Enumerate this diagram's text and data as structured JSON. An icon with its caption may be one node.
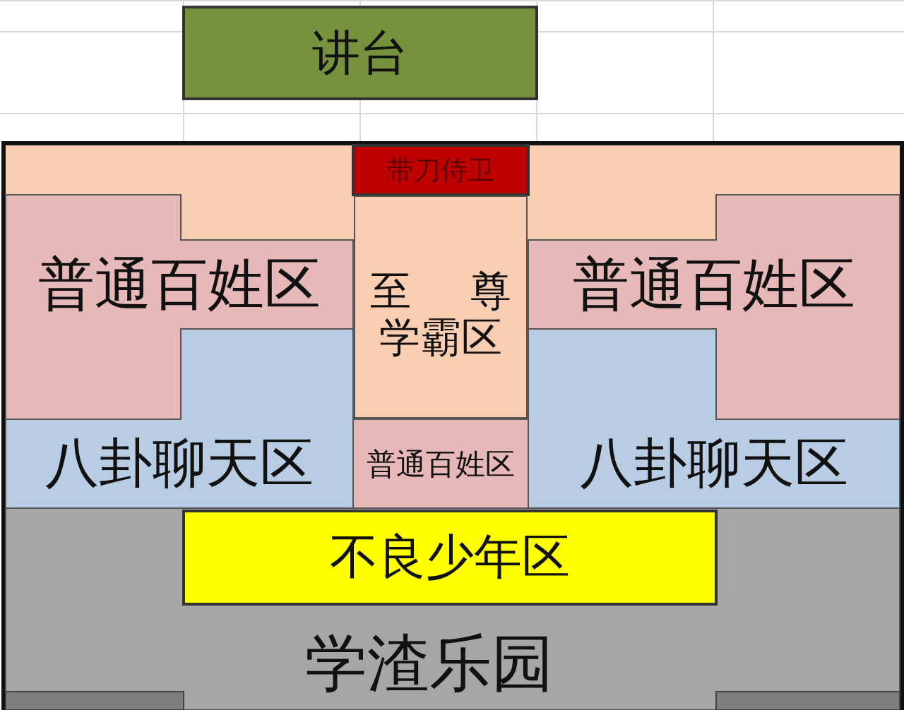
{
  "diagram": {
    "nodes": [
      {
        "text": [
          "讲台"
        ]
      },
      {
        "text": [
          "带刀侍卫"
        ]
      },
      {
        "text": [
          "普通百姓区"
        ]
      },
      {
        "text": [
          "至尊学霸区"
        ]
      },
      {
        "text": [
          "普通百姓区"
        ]
      },
      {
        "text": [
          "八卦聊天区"
        ]
      },
      {
        "text": [
          "普通百姓区"
        ]
      },
      {
        "text": [
          "八卦聊天区"
        ]
      },
      {
        "text": [
          "学渣乐园"
        ]
      },
      {
        "text": [
          "不良少年区"
        ],
        "in": 8
      }
    ]
  }
}
